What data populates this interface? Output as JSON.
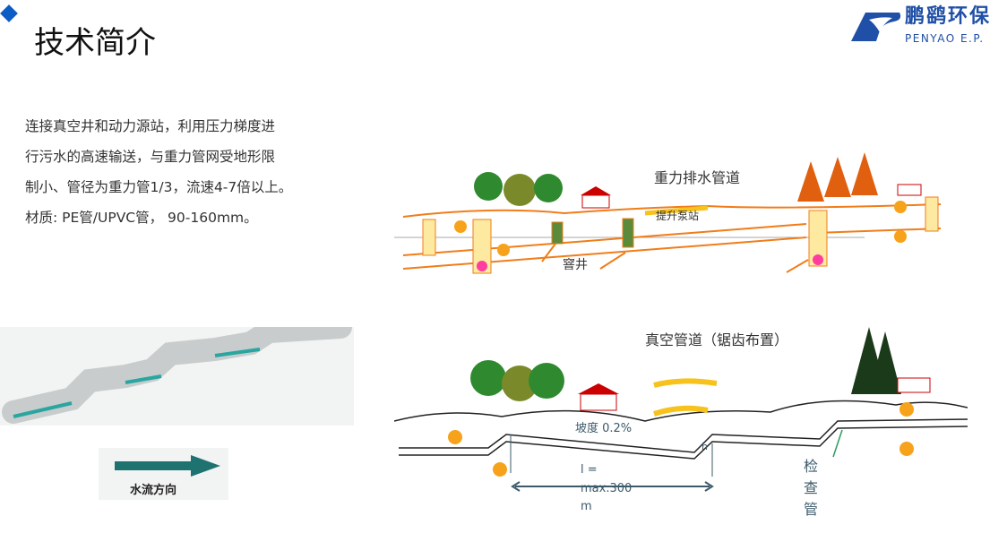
{
  "title": "技术简介",
  "description": [
    "连接真空井和动力源站，利用压力梯度进",
    "行污水的高速输送，与重力管网受地形限",
    "制小、管径为重力管1/3，流速4-7倍以上。",
    "材质: PE管/UPVC管，  90-160mm。"
  ],
  "logo": {
    "cn": "鹏鹞环保",
    "en": "PENYAO E.P.",
    "color": "#1f4fa6"
  },
  "gravity_diagram": {
    "title": "重力排水管道",
    "pump_label": "提升泵站",
    "manhole_label": "窨井"
  },
  "vacuum_diagram": {
    "title": "真空管道（锯齿布置）",
    "slope_label": "坡度 0.2%",
    "length_label": [
      "l =",
      "max.300",
      "m"
    ],
    "h_label": "h",
    "inspection_label": [
      "检",
      "查",
      "管"
    ]
  },
  "pipe_image": {
    "flow_label": "水流方向"
  },
  "colors": {
    "accent": "#0b5cc4",
    "orange": "#f07d1a",
    "arrow": "#1e7370"
  }
}
